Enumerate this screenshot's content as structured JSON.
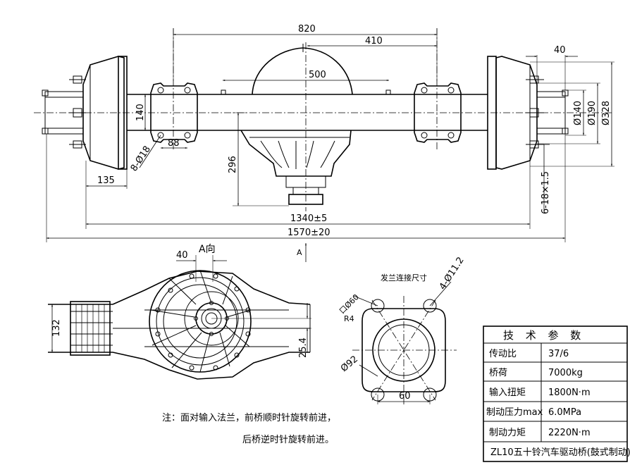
{
  "dimensions": {
    "d820": "820",
    "d410": "410",
    "d500": "500",
    "d40_top": "40",
    "d140_left": "140",
    "d88": "88",
    "d8phi18": "8-Ø18",
    "d135": "135",
    "d296": "296",
    "d1340": "1340±5",
    "d1570": "1570±20",
    "dphi140": "Ø140",
    "dphi190": "Ø190",
    "dphi328": "Ø328",
    "d6x18": "6-18×1.5",
    "d40_view": "40",
    "d132": "132",
    "d25_4": "25.4",
    "d4phi11": "4-Ø11.2",
    "dsq60": "口Ø60",
    "dR4": "R4",
    "dphi92": "Ø92",
    "d60": "60"
  },
  "labels": {
    "view_a_title": "A向",
    "view_a_marker": "A",
    "flange_title": "发兰连接尺寸"
  },
  "note": {
    "line1": "注：面对输入法兰，前桥顺时针旋转前进，",
    "line2": "后桥逆时针旋转前进。"
  },
  "table": {
    "title": "技 术 参 数",
    "rows": [
      {
        "label": "传动比",
        "value": "37/6"
      },
      {
        "label": "桥荷",
        "value": "7000kg"
      },
      {
        "label": "输入扭矩",
        "value": "1800N·m"
      },
      {
        "label": "制动压力max",
        "value": "6.0MPa"
      },
      {
        "label": "制动力矩",
        "value": "2220N·m"
      }
    ],
    "footer": "ZL10五十铃汽车驱动桥(鼓式制动)"
  }
}
